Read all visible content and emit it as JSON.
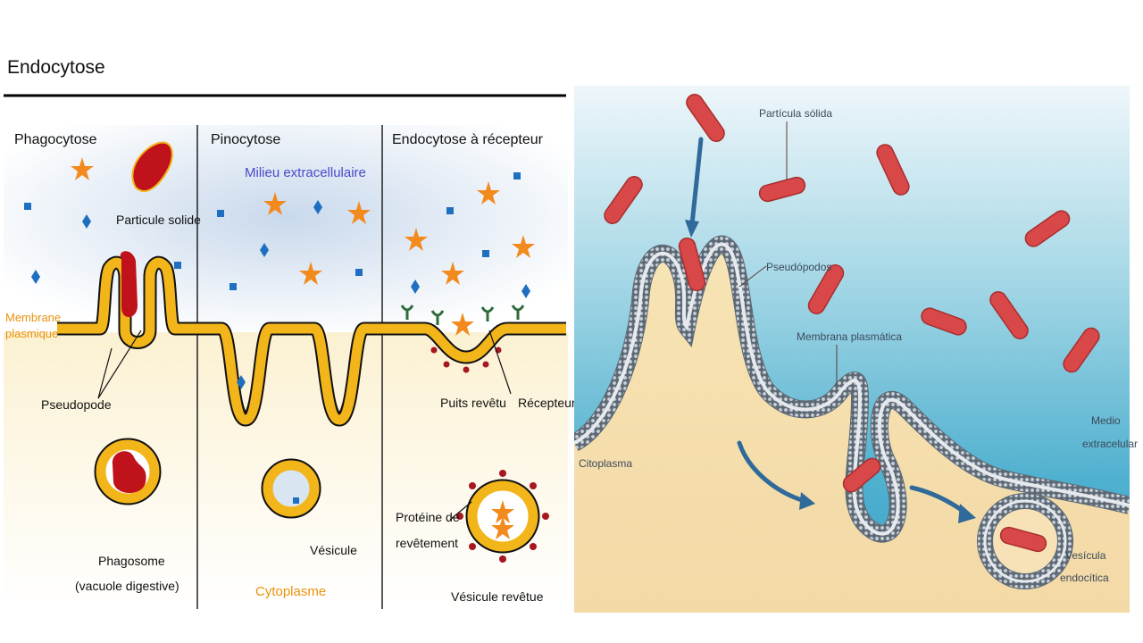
{
  "left_diagram": {
    "title": "Endocytose",
    "panels": {
      "phagocytose": {
        "heading": "Phagocytose",
        "particle_label": "Particule solide",
        "membrane_label_line1": "Membrane",
        "membrane_label_line2": "plasmique",
        "pseudopod_label": "Pseudopode",
        "phagosome_line1": "Phagosome",
        "phagosome_line2": "(vacuole digestive)"
      },
      "pinocytose": {
        "heading": "Pinocytose",
        "medium_label": "Milieu extracellulaire",
        "vesicle_label": "Vésicule",
        "cytoplasm_label": "Cytoplasme"
      },
      "receptor": {
        "heading": "Endocytose à récepteur",
        "coated_pit_label": "Puits revêtu",
        "receptor_label": "Récepteur",
        "coat_protein_line1": "Protéine de",
        "coat_protein_line2": "revêtement",
        "coated_vesicle_label": "Vésicule revêtue"
      }
    },
    "colors": {
      "membrane": "#f2b51a",
      "particle": "#c0121b",
      "star": "#f28a1e",
      "square": "#1f6fc0",
      "medium_text": "#4a4ac8",
      "cytoplasm_text": "#e8930e"
    }
  },
  "right_diagram": {
    "labels": {
      "particle": "Partícula sólida",
      "pseudopods": "Pseudópodos",
      "membrane": "Membrana plasmática",
      "medium_line1": "Medio",
      "medium_line2": "extracelular",
      "cytoplasm": "Citoplasma",
      "vesicle_line1": "Vesícula",
      "vesicle_line2": "endocítica"
    },
    "colors": {
      "bacteria": "#d94848",
      "membrane": "#9aa6b2",
      "water": "#4fb0cf",
      "cytoplasm": "#f5deaa",
      "arrow": "#2f6a9a"
    }
  }
}
